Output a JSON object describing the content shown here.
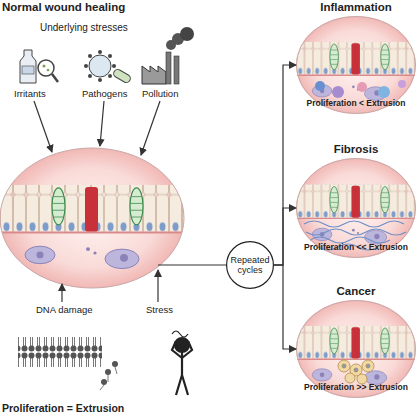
{
  "diagram": {
    "nodes": [
      {
        "text": [
          "Repeated cycles"
        ]
      },
      {
        "text": [
          "Inflammation",
          "Proliferation < Extrusion"
        ]
      },
      {
        "text": [
          "Fibrosis",
          "Proliferation << Extrusion"
        ]
      },
      {
        "text": [
          "Cancer",
          "Proliferation >> Extrusion"
        ]
      }
    ],
    "edges": [
      {
        "from": 0,
        "to": 1,
        "arrow": "to"
      },
      {
        "from": 0,
        "to": 2,
        "arrow": "to"
      },
      {
        "from": 0,
        "to": 3,
        "arrow": "to"
      }
    ],
    "labels": [
      "Normal wound healing",
      "Underlying stresses",
      "Irritants",
      "Pathogens",
      "Pollution",
      "DNA damage",
      "Stress",
      "Proliferation = Extrusion"
    ]
  }
}
